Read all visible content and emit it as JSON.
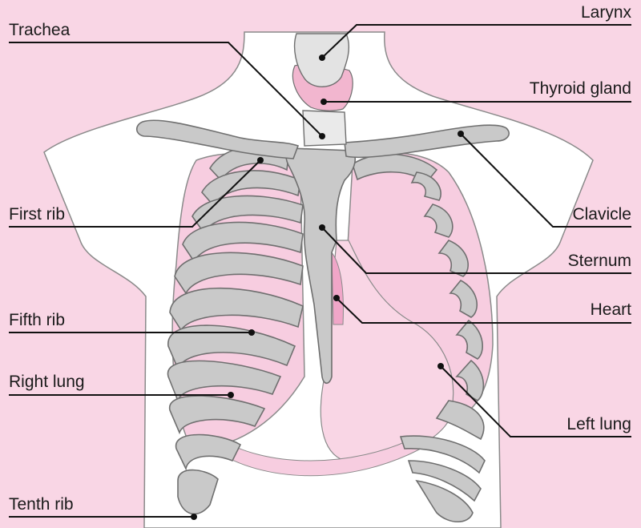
{
  "colors": {
    "background": "#f9d6e5",
    "body": "#ffffff",
    "bone": "#c9c9c9",
    "bone_outline": "#6f6f6f",
    "lung": "#f7cde0",
    "heart": "#f0a6c8",
    "leader_line": "#111111"
  },
  "labels": {
    "trachea": "Trachea",
    "first_rib": "First rib",
    "fifth_rib": "Fifth rib",
    "right_lung": "Right lung",
    "tenth_rib": "Tenth rib",
    "larynx": "Larynx",
    "thyroid_gland": "Thyroid gland",
    "clavicle": "Clavicle",
    "sternum": "Sternum",
    "heart": "Heart",
    "left_lung": "Left lung"
  }
}
